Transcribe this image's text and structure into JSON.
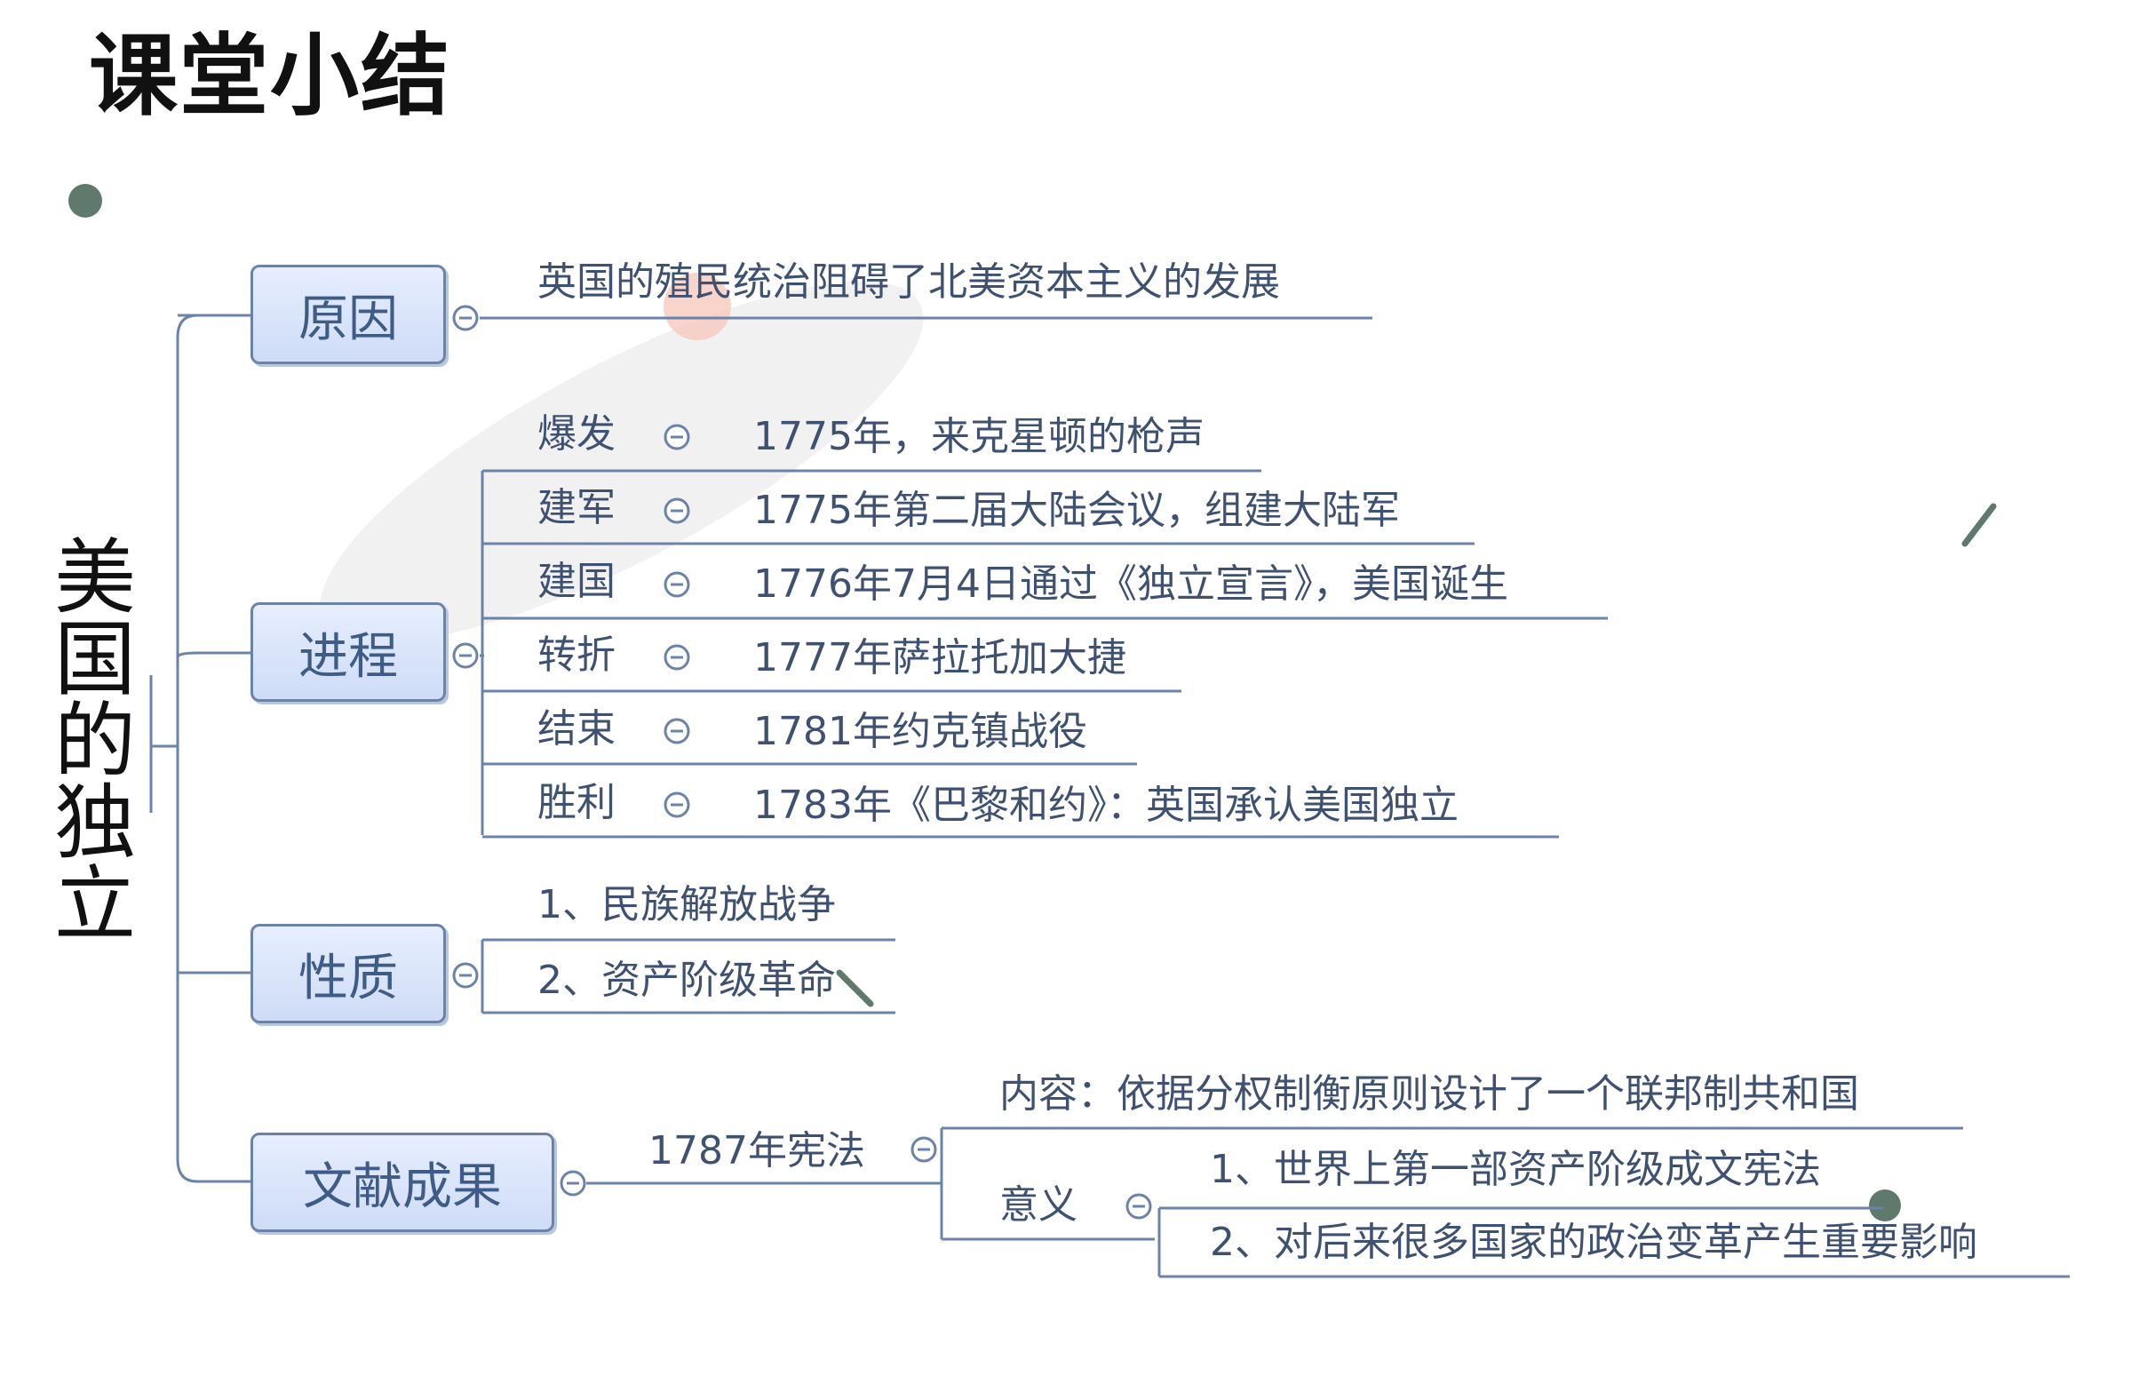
{
  "title": "课堂小结",
  "root": "美国的独立",
  "colors": {
    "node_bg": "#dfe8fb",
    "node_border": "#6b83a8",
    "line": "#6b83a8",
    "text": "#3f5170",
    "accent_dot": "#5f7a6c"
  },
  "branches": {
    "cause": {
      "label": "原因",
      "items": [
        "英国的殖民统治阻碍了北美资本主义的发展"
      ]
    },
    "process": {
      "label": "进程",
      "stages": [
        {
          "stage": "爆发",
          "detail": "1775年，来克星顿的枪声"
        },
        {
          "stage": "建军",
          "detail": "1775年第二届大陆会议，组建大陆军"
        },
        {
          "stage": "建国",
          "detail": "1776年7月4日通过《独立宣言》，美国诞生"
        },
        {
          "stage": "转折",
          "detail": "1777年萨拉托加大捷"
        },
        {
          "stage": "结束",
          "detail": "1781年约克镇战役"
        },
        {
          "stage": "胜利",
          "detail": "1783年《巴黎和约》：英国承认美国独立"
        }
      ]
    },
    "nature": {
      "label": "性质",
      "items": [
        "1、民族解放战争",
        "2、资产阶级革命"
      ]
    },
    "documents": {
      "label": "文献成果",
      "constitution": "1787年宪法",
      "content": "内容：依据分权制衡原则设计了一个联邦制共和国",
      "significance_label": "意义",
      "significance": [
        "1、世界上第一部资产阶级成文宪法",
        "2、对后来很多国家的政治变革产生重要影响"
      ]
    }
  }
}
